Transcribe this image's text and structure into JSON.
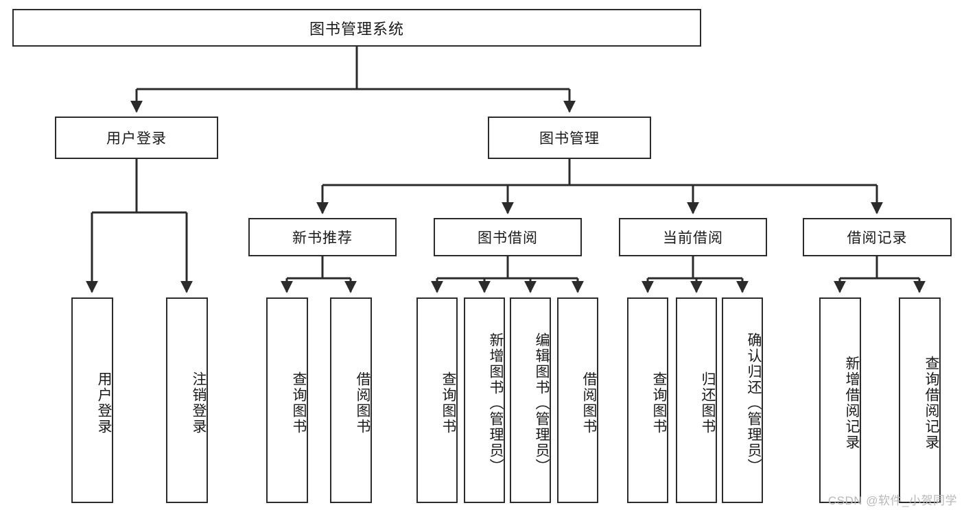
{
  "diagram": {
    "title": "图书管理系统",
    "watermark": "CSDN @软件_小贺同学",
    "stroke_color": "#2b2b2b",
    "fill_color": "#ffffff",
    "text_color": "#1a1a1a",
    "watermark_color": "#b8b8b8",
    "root": {
      "label": "图书管理系统"
    },
    "level2": [
      {
        "label": "用户登录"
      },
      {
        "label": "图书管理"
      }
    ],
    "level3": [
      {
        "label": "新书推荐"
      },
      {
        "label": "图书借阅"
      },
      {
        "label": "当前借阅"
      },
      {
        "label": "借阅记录"
      }
    ],
    "leaves": {
      "user_login": [
        {
          "label": "用户登录"
        },
        {
          "label": "注销登录"
        }
      ],
      "new_book_recommend": [
        {
          "label": "查询图书"
        },
        {
          "label": "借阅图书"
        }
      ],
      "book_borrow": [
        {
          "label": "查询图书"
        },
        {
          "label": "新增图书（管理员）"
        },
        {
          "label": "编辑图书（管理员）"
        },
        {
          "label": "借阅图书"
        }
      ],
      "current_borrow": [
        {
          "label": "查询图书"
        },
        {
          "label": "归还图书"
        },
        {
          "label": "确认归还（管理员）"
        }
      ],
      "borrow_record": [
        {
          "label": "新增借阅记录"
        },
        {
          "label": "查询借阅记录"
        }
      ]
    }
  }
}
